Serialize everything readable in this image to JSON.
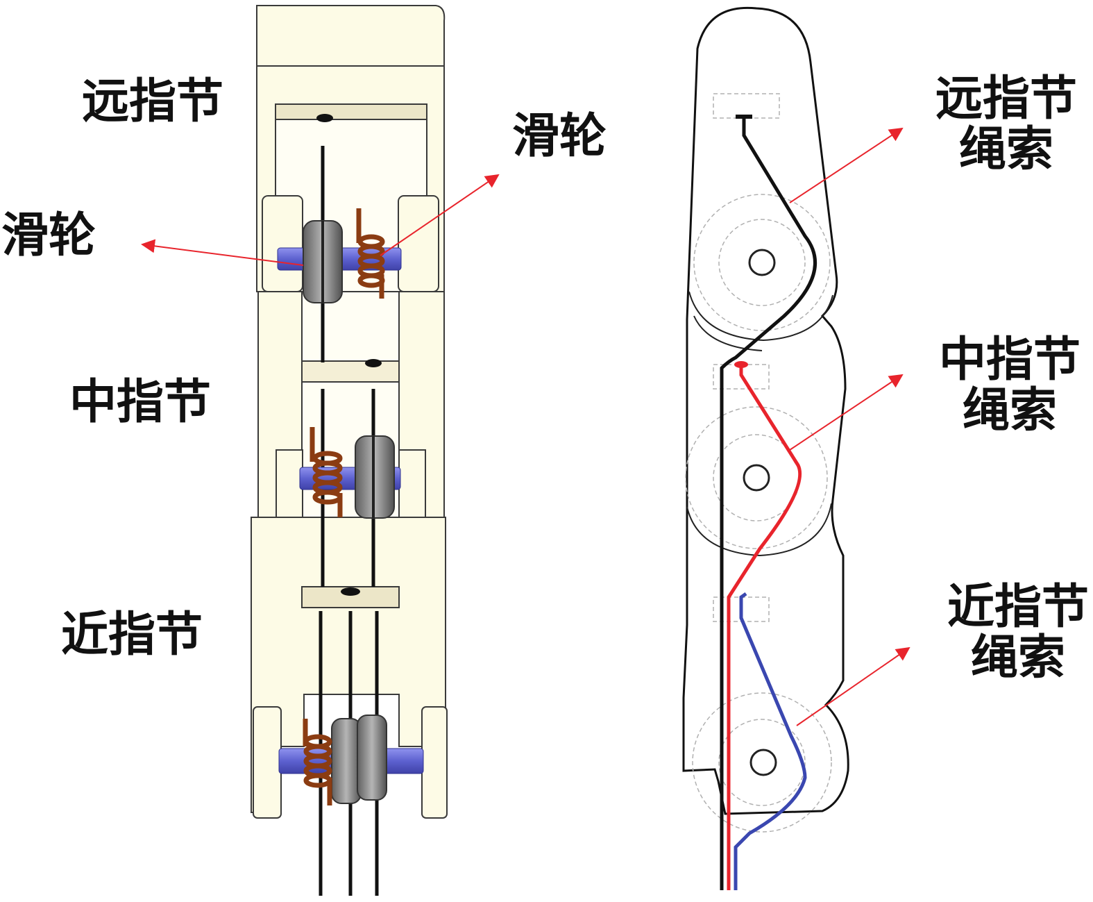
{
  "left_view": {
    "labels": {
      "distal": "远指节",
      "middle": "中指节",
      "proximal": "近指节",
      "pulley_left": "滑轮",
      "pulley_right": "滑轮"
    }
  },
  "right_view": {
    "labels": {
      "distal_line1": "远指节",
      "distal_line2": "绳索",
      "middle_line1": "中指节",
      "middle_line2": "绳索",
      "proximal_line1": "近指节",
      "proximal_line2": "绳索"
    }
  },
  "colors": {
    "distal_tendon": "#111111",
    "middle_tendon": "#e8242c",
    "proximal_tendon": "#3a47b0",
    "arrow": "#e8242c",
    "axle": "#6f72d8",
    "spring": "#a0522d",
    "pulley": "#8a8a8a",
    "body": "#fdfbe6"
  }
}
